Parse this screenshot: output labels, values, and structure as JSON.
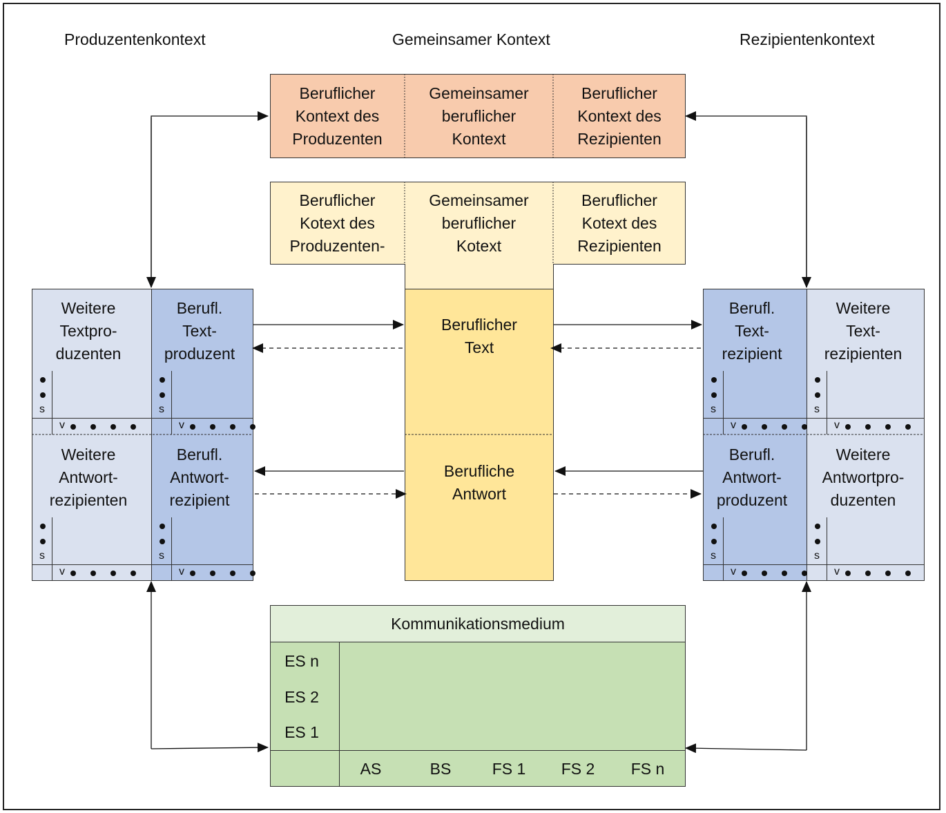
{
  "headers": {
    "producer": "Produzentenkontext",
    "shared": "Gemeinsamer Kontext",
    "recipient": "Rezipientenkontext"
  },
  "context_row": [
    "Beruflicher\nKontext des\nProduzenten",
    "Gemeinsamer\nberuflicher\nKontext",
    "Beruflicher\nKontext des\nRezipienten"
  ],
  "kotext_row": [
    "Beruflicher\nKotext des\nProduzenten-",
    "Gemeinsamer\nberuflicher\nKotext",
    "Beruflicher\nKotext des\nRezipienten"
  ],
  "center": {
    "text": "Beruflicher\nText",
    "answer": "Berufliche\nAntwort"
  },
  "left_block": {
    "top_outer": "Weitere\nTextpro-\nduzenten",
    "top_inner": "Berufl.\nText-\nproduzent",
    "bottom_outer": "Weitere\nAntwort-\nrezipienten",
    "bottom_inner": "Berufl.\nAntwort-\nrezipient"
  },
  "right_block": {
    "top_inner": "Berufl.\nText-\nrezipient",
    "top_outer": "Weitere\nText-\nrezipienten",
    "bottom_inner": "Berufl.\nAntwort-\nproduzent",
    "bottom_outer": "Weitere\nAntwortpro-\nduzenten"
  },
  "axis_labels": {
    "s": "s",
    "v": "v"
  },
  "medium": {
    "title": "Kommunikationsmedium",
    "rows": [
      "ES n",
      "ES 2",
      "ES 1"
    ],
    "cols": [
      "AS",
      "BS",
      "FS 1",
      "FS 2",
      "FS n"
    ]
  },
  "colors": {
    "context": "#f8cbad",
    "kotext": "#fff2cc",
    "center": "#ffe699",
    "role_light": "#dae1ef",
    "role_dark": "#b4c6e7",
    "medium_header": "#e2efda",
    "medium_body": "#c6e0b4"
  }
}
